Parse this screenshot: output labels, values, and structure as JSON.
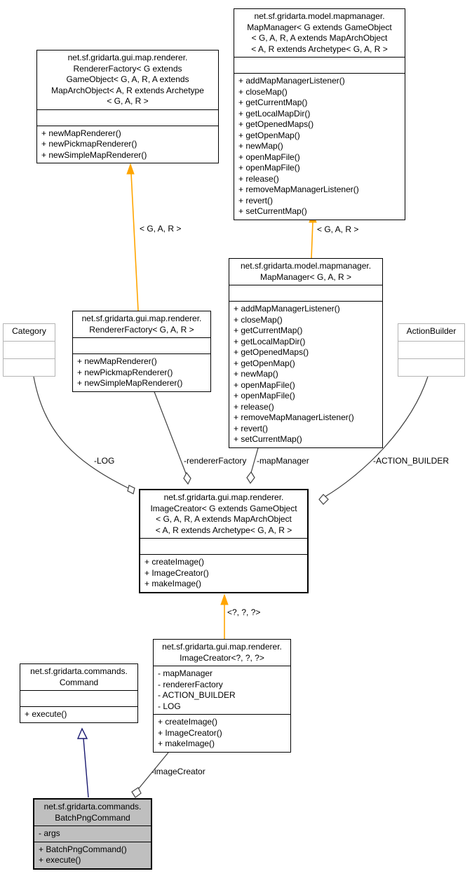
{
  "diagram": {
    "type": "uml-collaboration-diagram",
    "colors": {
      "template_arrow": "#ffa500",
      "inheritance_arrow": "#191970",
      "aggregation_edge": "#404040",
      "highlight_fill": "#bfbfbf",
      "external_border": "#b4b4b4",
      "box_border": "#000000",
      "background": "#ffffff"
    }
  },
  "classes": {
    "mapManagerGeneric": {
      "title": "net.sf.gridarta.model.mapmanager.\nMapManager< G extends GameObject\n< G, A, R, A extends MapArchObject\n< A, R extends Archetype< G, A, R >",
      "fields": [],
      "methods": [
        "+ addMapManagerListener()",
        "+ closeMap()",
        "+ getCurrentMap()",
        "+ getLocalMapDir()",
        "+ getOpenedMaps()",
        "+ getOpenMap()",
        "+ newMap()",
        "+ openMapFile()",
        "+ openMapFile()",
        "+ release()",
        "+ removeMapManagerListener()",
        "+ revert()",
        "+ setCurrentMap()"
      ]
    },
    "rendererFactoryGeneric": {
      "title": "net.sf.gridarta.gui.map.renderer.\nRendererFactory< G extends\nGameObject< G, A, R, A extends\nMapArchObject< A, R extends Archetype\n< G, A, R >",
      "fields": [],
      "methods": [
        "+ newMapRenderer()",
        "+ newPickmapRenderer()",
        "+ newSimpleMapRenderer()"
      ]
    },
    "rendererFactoryGAR": {
      "title": "net.sf.gridarta.gui.map.renderer.\nRendererFactory< G, A, R >",
      "fields": [],
      "methods": [
        "+ newMapRenderer()",
        "+ newPickmapRenderer()",
        "+ newSimpleMapRenderer()"
      ]
    },
    "mapManagerGAR": {
      "title": "net.sf.gridarta.model.mapmanager.\nMapManager< G, A, R >",
      "fields": [],
      "methods": [
        "+ addMapManagerListener()",
        "+ closeMap()",
        "+ getCurrentMap()",
        "+ getLocalMapDir()",
        "+ getOpenedMaps()",
        "+ getOpenMap()",
        "+ newMap()",
        "+ openMapFile()",
        "+ openMapFile()",
        "+ release()",
        "+ removeMapManagerListener()",
        "+ revert()",
        "+ setCurrentMap()"
      ]
    },
    "category": {
      "title": "Category",
      "fields": [],
      "methods": []
    },
    "actionBuilder": {
      "title": "ActionBuilder",
      "fields": [],
      "methods": []
    },
    "imageCreatorGeneric": {
      "title": "net.sf.gridarta.gui.map.renderer.\nImageCreator< G extends GameObject\n< G, A, R, A extends MapArchObject\n< A, R extends Archetype< G, A, R >",
      "fields": [],
      "methods": [
        "+ createImage()",
        "+ ImageCreator()",
        "+ makeImage()"
      ]
    },
    "imageCreatorWildcard": {
      "title": "net.sf.gridarta.gui.map.renderer.\nImageCreator<?, ?, ?>",
      "fields": [
        "- mapManager",
        "- rendererFactory",
        "- ACTION_BUILDER",
        "- LOG"
      ],
      "methods": [
        "+ createImage()",
        "+ ImageCreator()",
        "+ makeImage()"
      ]
    },
    "command": {
      "title": "net.sf.gridarta.commands.\nCommand",
      "fields": [],
      "methods": [
        "+ execute()"
      ]
    },
    "batchPngCommand": {
      "title": "net.sf.gridarta.commands.\nBatchPngCommand",
      "fields": [
        "- args"
      ],
      "methods": [
        "+ BatchPngCommand()",
        "+ execute()"
      ]
    }
  },
  "edge_labels": {
    "template_gar_left": "< G, A, R >",
    "template_gar_right": "< G, A, R >",
    "template_wildcard": "<?, ?, ?>",
    "log": "-LOG",
    "rendererFactory": "-rendererFactory",
    "mapManager": "-mapManager",
    "actionBuilder": "-ACTION_BUILDER",
    "imageCreator": "-imageCreator"
  }
}
